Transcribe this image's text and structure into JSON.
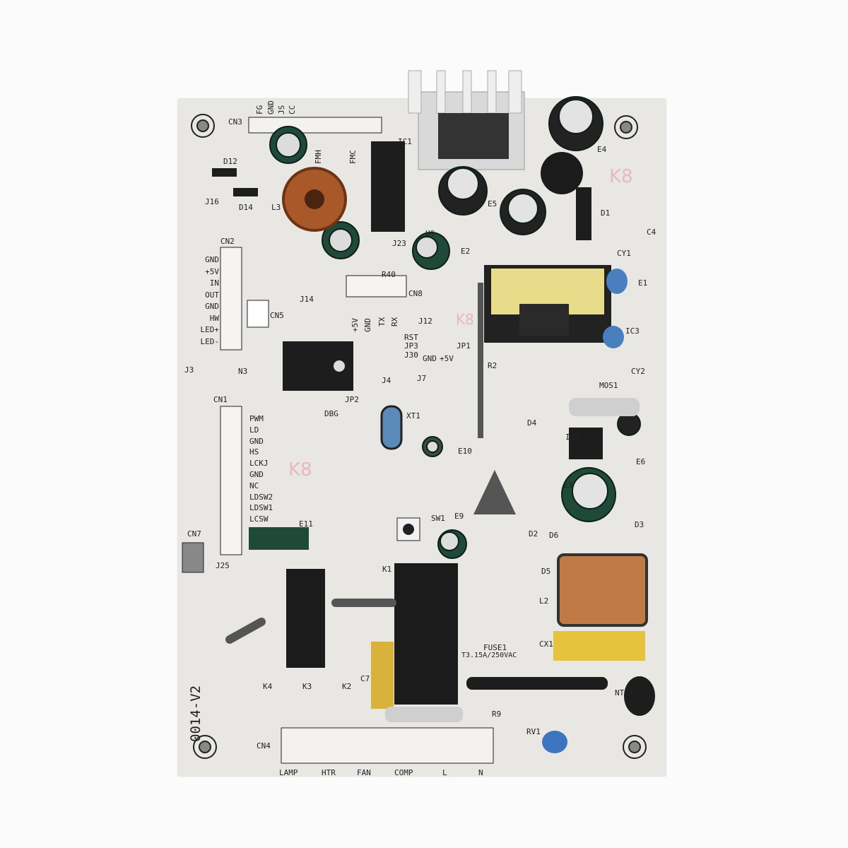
{
  "board": {
    "version": "0014-V2",
    "marks": [
      "K8",
      "K8",
      "K8"
    ],
    "cn3_pins": [
      "FG",
      "GND",
      "JS",
      "CC"
    ],
    "cn2_pins": [
      "GND",
      "+5V",
      "IN",
      "OUT",
      "GND",
      "HW",
      "LED+",
      "LED-"
    ],
    "cn8_pins": [
      "+5V",
      "GND",
      "TX",
      "RX"
    ],
    "cn1_pins": [
      "PWM",
      "LD",
      "GND",
      "HS",
      "LCKJ",
      "GND",
      "NC",
      "LDSW2",
      "LDSW1",
      "LCSW"
    ],
    "cn4_pins": [
      "LAMP",
      "HTR",
      "FAN",
      "COMP",
      "L",
      "N"
    ],
    "jp1_pins": [
      "GND",
      "+5V"
    ],
    "jp3_label": "RST",
    "jp2_label": "DBG",
    "fuse": "T3.15A/250VAC",
    "references": [
      "CN3",
      "IC1",
      "E4",
      "D12",
      "J16",
      "D14",
      "L3",
      "E5",
      "D1",
      "C4",
      "CN2",
      "J23",
      "E2",
      "R40",
      "CY1",
      "CN8",
      "CN5",
      "J14",
      "J12",
      "JP3",
      "J30",
      "JP1",
      "IC3",
      "R2",
      "J3",
      "N3",
      "J4",
      "J7",
      "CY2",
      "MOS1",
      "CN1",
      "JP2",
      "XT1",
      "D4",
      "IC2",
      "E10",
      "E6",
      "E3",
      "CN7",
      "E11",
      "SW1",
      "E9",
      "D2",
      "D6",
      "D3",
      "J25",
      "K1",
      "D5",
      "L2",
      "CX1",
      "K4",
      "K3",
      "K2",
      "C7",
      "FUSE1",
      "R9",
      "NTC1",
      "RV1",
      "CN4",
      "FMH",
      "FMC",
      "E1",
      "U9"
    ]
  },
  "colors": {
    "board": "#e9e7e4",
    "silkscreen": "#222222",
    "capacitor": "#1f3f33",
    "inductor_copper": "#b4632d",
    "relay": "#1b1b1b",
    "x_capacitor": "#e8c23a",
    "mark": "#e8a8b4"
  }
}
